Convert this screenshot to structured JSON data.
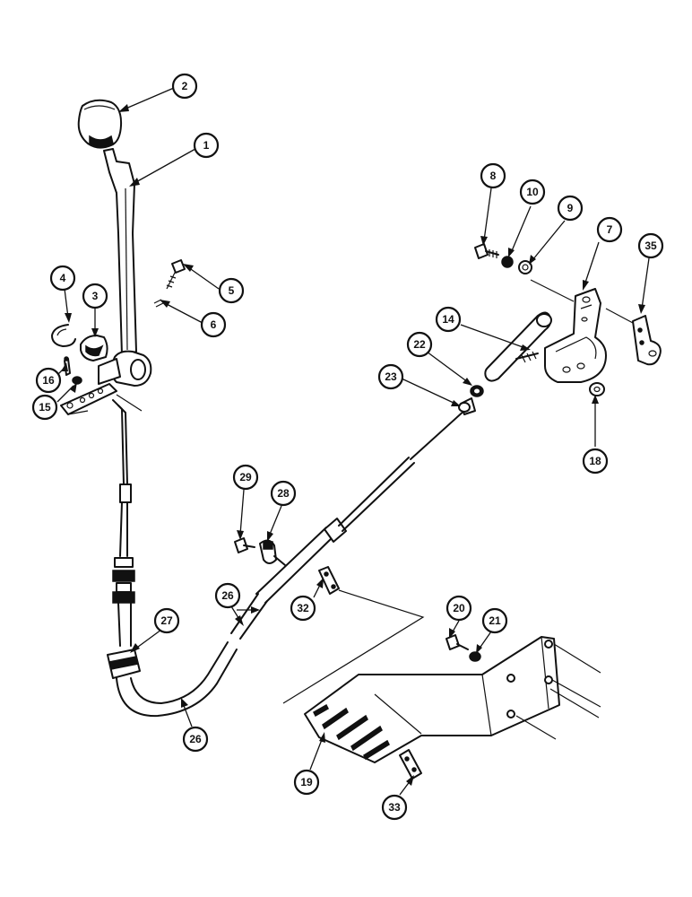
{
  "callouts": [
    "1",
    "2",
    "3",
    "4",
    "5",
    "6",
    "7",
    "8",
    "9",
    "10",
    "14",
    "15",
    "16",
    "18",
    "19",
    "20",
    "21",
    "22",
    "23",
    "26",
    "26",
    "27",
    "28",
    "29",
    "32",
    "33",
    "35"
  ]
}
